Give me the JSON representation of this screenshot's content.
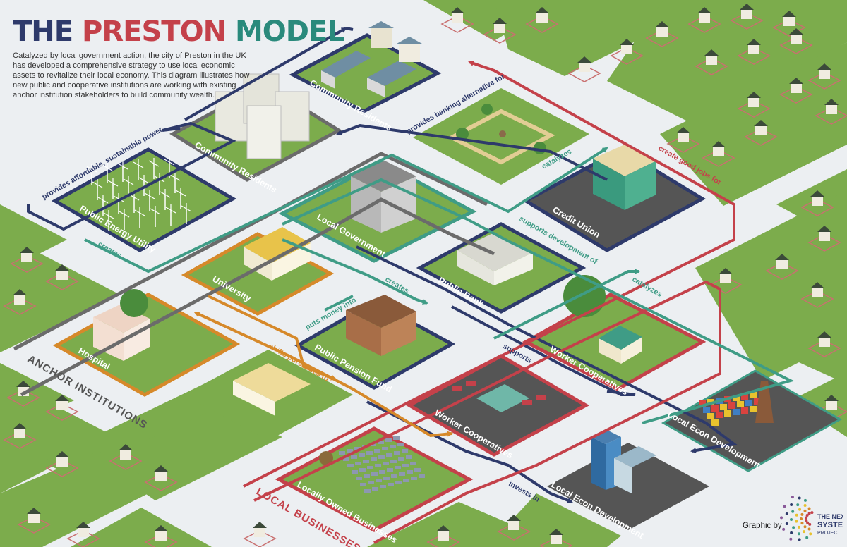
{
  "title": {
    "part1": "THE",
    "part2": "PRESTON",
    "part3": "MODEL"
  },
  "intro": "Catalyzed by local government action, the city of Preston in the UK has developed a comprehensive strategy to use local economic assets to revitalize their local economy. This diagram illustrates how new public and cooperative institutions are working with existing anchor institution stakeholders to build community wealth.",
  "groups": {
    "anchor": "ANCHOR INSTITUTIONS",
    "local": "LOCAL BUSINESSES"
  },
  "tiles": {
    "community_residents_a": "Community Residents",
    "community_residents_b": "Community Residents",
    "public_energy": "Public Energy Utility",
    "local_government": "Local Government",
    "credit_union": "Credit Union",
    "university": "University",
    "public_bank": "Public Bank",
    "hospital": "Hospital",
    "public_pension": "Public Pension Fund",
    "worker_coop_a": "Worker Cooperatives",
    "worker_coop_b": "Worker Cooperatives",
    "local_econ_a": "Local Econ Development",
    "local_econ_b": "Local Econ Development",
    "locally_owned": "Locally Owned Businesses"
  },
  "flows": {
    "sustainable_power": "provides affordable, sustainable power",
    "banking_alternative": "provides banking alternative for",
    "catalyzes_a": "catalyzes",
    "create_jobs": "create good jobs for",
    "creates_a": "creates",
    "supports_dev": "supports development of",
    "creates_b": "creates",
    "puts_money": "puts money into",
    "catalyzes_b": "catalyzes",
    "supports": "supports",
    "shifts_purchases": "shifts purchases to",
    "invests_in": "invests in"
  },
  "credit": {
    "graphic_by": "Graphic by",
    "logo_text": "THE NEXT SYSTEM PROJECT"
  },
  "colors": {
    "navy": "#2e3a6b",
    "red": "#c4414a",
    "teal": "#3f9c86",
    "orange": "#d6892a",
    "gray": "#6b6b6b",
    "grass": "#7cac4c"
  }
}
